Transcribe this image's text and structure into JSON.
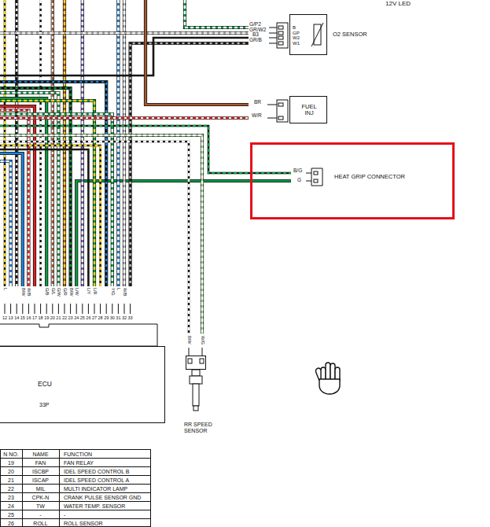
{
  "diagram": {
    "nodes": [
      {
        "text": [
          "B",
          "GP",
          "W2",
          "W1",
          "O2 SENSOR"
        ]
      },
      {
        "text": [
          "FUEL INJ"
        ]
      },
      {
        "text": [
          "HEAT GRIP CONNECTOR"
        ]
      },
      {
        "text": [
          "ECU",
          "33P"
        ]
      },
      {
        "text": [
          "RR SPEED SENSOR"
        ]
      }
    ],
    "labels": [
      "12V LED",
      "G/P2",
      "GR/W2",
      "B3",
      "GR/B",
      "BR",
      "W/R",
      "B/G",
      "G",
      "L",
      "B/W",
      "W/B",
      "G/B",
      "G/L",
      "G/W",
      "G/R",
      "B/W",
      "L/W",
      "L/Y",
      "L/R",
      "Y/G",
      "L",
      "W/B",
      "12",
      "13",
      "14",
      "15",
      "16",
      "17",
      "18",
      "19",
      "20",
      "21",
      "22",
      "23",
      "24",
      "25",
      "26",
      "27",
      "28",
      "29",
      "30",
      "31",
      "32",
      "33",
      "B/W",
      "W/G",
      "N NO.",
      "NAME",
      "FUNCTION",
      "19",
      "FAN",
      "FAN RELAY",
      "20",
      "ISCBP",
      "IDEL SPEED CONTROL B",
      "21",
      "ISCAP",
      "IDEL SPEED CONTROL A",
      "22",
      "MIL",
      "MULTI INDICATOR LAMP",
      "23",
      "CPK-N",
      "CRANK PULSE SENSOR GND",
      "24",
      "TW",
      "WATER TEMP. SENSOR",
      "25",
      "-",
      "-",
      "26",
      "ROLL",
      "ROLL SENSOR"
    ]
  }
}
